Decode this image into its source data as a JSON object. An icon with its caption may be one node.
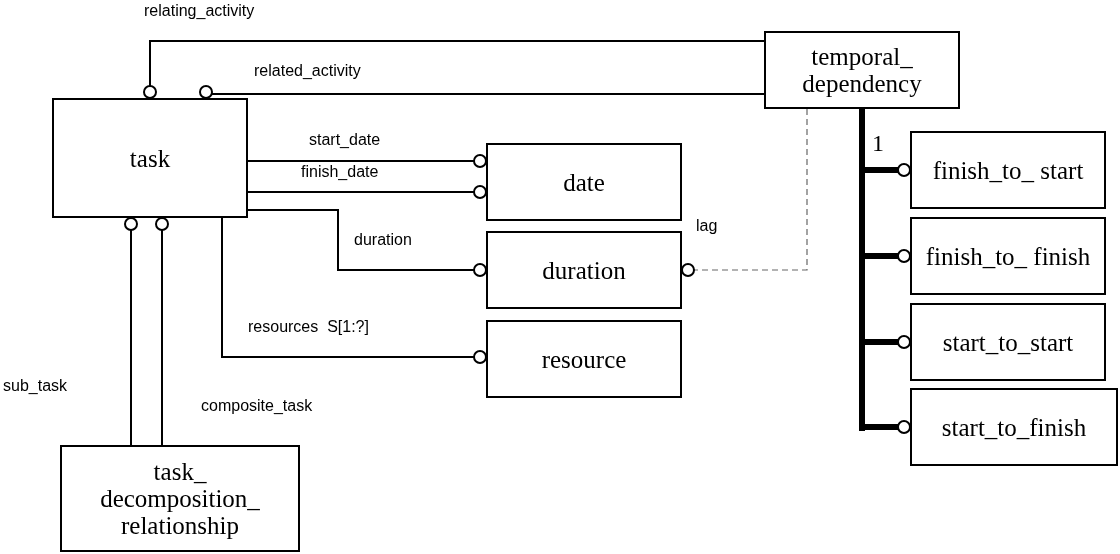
{
  "diagram": {
    "nodes": [
      {
        "text": [
          "task"
        ]
      },
      {
        "text": [
          "temporal_ dependency"
        ]
      },
      {
        "text": [
          "date"
        ]
      },
      {
        "text": [
          "duration"
        ]
      },
      {
        "text": [
          "resource"
        ]
      },
      {
        "text": [
          "finish_to_ start"
        ]
      },
      {
        "text": [
          "finish_to_ finish"
        ]
      },
      {
        "text": [
          "start_to_start"
        ]
      },
      {
        "text": [
          "start_to_finish"
        ]
      },
      {
        "text": [
          "task_ decomposition_ relationship"
        ]
      }
    ],
    "edges": [
      {
        "from": 1,
        "to": 0,
        "arrow": "other",
        "label": "relating_activity"
      },
      {
        "from": 1,
        "to": 0,
        "arrow": "other",
        "label": "related_activity"
      },
      {
        "from": 0,
        "to": 2,
        "arrow": "other",
        "label": "start_date"
      },
      {
        "from": 0,
        "to": 2,
        "arrow": "other",
        "label": "finish_date"
      },
      {
        "from": 0,
        "to": 3,
        "arrow": "other",
        "label": "duration"
      },
      {
        "from": 0,
        "to": 4,
        "arrow": "other",
        "label": "resources  S[1:?]"
      },
      {
        "from": 9,
        "to": 0,
        "arrow": "other",
        "label": "sub_task"
      },
      {
        "from": 9,
        "to": 0,
        "arrow": "other",
        "label": "composite_task"
      },
      {
        "from": 1,
        "to": 3,
        "arrow": "other",
        "label": "lag",
        "style": "dashed",
        "color": "#666666"
      },
      {
        "from": 1,
        "to": 5,
        "arrow": "other",
        "style": "thick"
      },
      {
        "from": 1,
        "to": 6,
        "arrow": "other",
        "style": "thick"
      },
      {
        "from": 1,
        "to": 7,
        "arrow": "other",
        "style": "thick"
      },
      {
        "from": 1,
        "to": 8,
        "arrow": "other",
        "style": "thick"
      }
    ],
    "labels": [
      "1"
    ]
  }
}
